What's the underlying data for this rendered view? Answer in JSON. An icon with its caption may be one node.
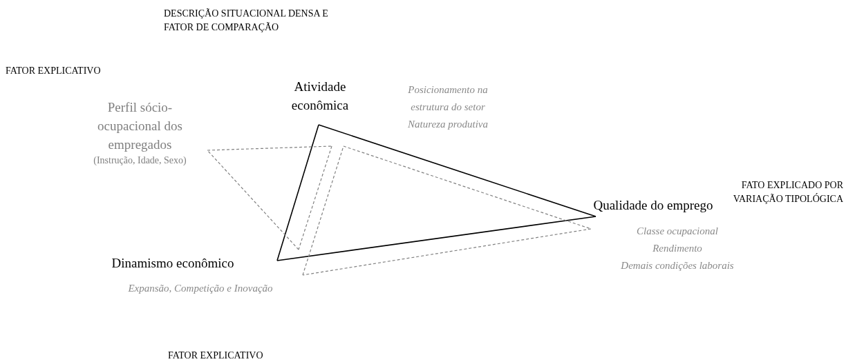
{
  "diagram": {
    "nodes": [
      {
        "text": [
          "Atividade econômica"
        ],
        "beside": [
          "Posicionamento na estrutura do setor",
          "Natureza produtiva"
        ]
      },
      {
        "text": [
          "Perfil sócio-ocupacional dos empregados",
          "(Instrução, Idade, Sexo)"
        ]
      },
      {
        "text": [
          "Qualidade do emprego"
        ],
        "beside": [
          "Classe ocupacional",
          "Rendimento",
          "Demais condições laborais"
        ]
      },
      {
        "text": [
          "Dinamismo econômico"
        ],
        "beside": [
          "Expansão, Competição e Inovação"
        ]
      }
    ],
    "edges": [
      {
        "from": 0,
        "to": 2,
        "arrow": "none",
        "color": "#000000"
      },
      {
        "from": 2,
        "to": 3,
        "arrow": "none",
        "color": "#000000"
      },
      {
        "from": 3,
        "to": 0,
        "arrow": "none",
        "color": "#000000"
      },
      {
        "from": 1,
        "to": 0,
        "arrow": "none",
        "style": "dashed"
      },
      {
        "from": 0,
        "to": 3,
        "arrow": "none",
        "style": "dashed"
      },
      {
        "from": 3,
        "to": 1,
        "arrow": "none",
        "style": "dashed"
      },
      {
        "from": 0,
        "to": 2,
        "arrow": "none",
        "style": "dashed"
      },
      {
        "from": 2,
        "to": 3,
        "arrow": "none",
        "style": "dashed"
      },
      {
        "from": 3,
        "to": 0,
        "arrow": "none",
        "style": "dashed"
      }
    ],
    "labels": [
      "DESCRIÇÃO SITUACIONAL DENSA E FATOR DE COMPARAÇÃO",
      "FATOR EXPLICATIVO",
      "FATO EXPLICADO POR VARIAÇÃO TIPOLÓGICA",
      "FATOR EXPLICATIVO"
    ]
  }
}
